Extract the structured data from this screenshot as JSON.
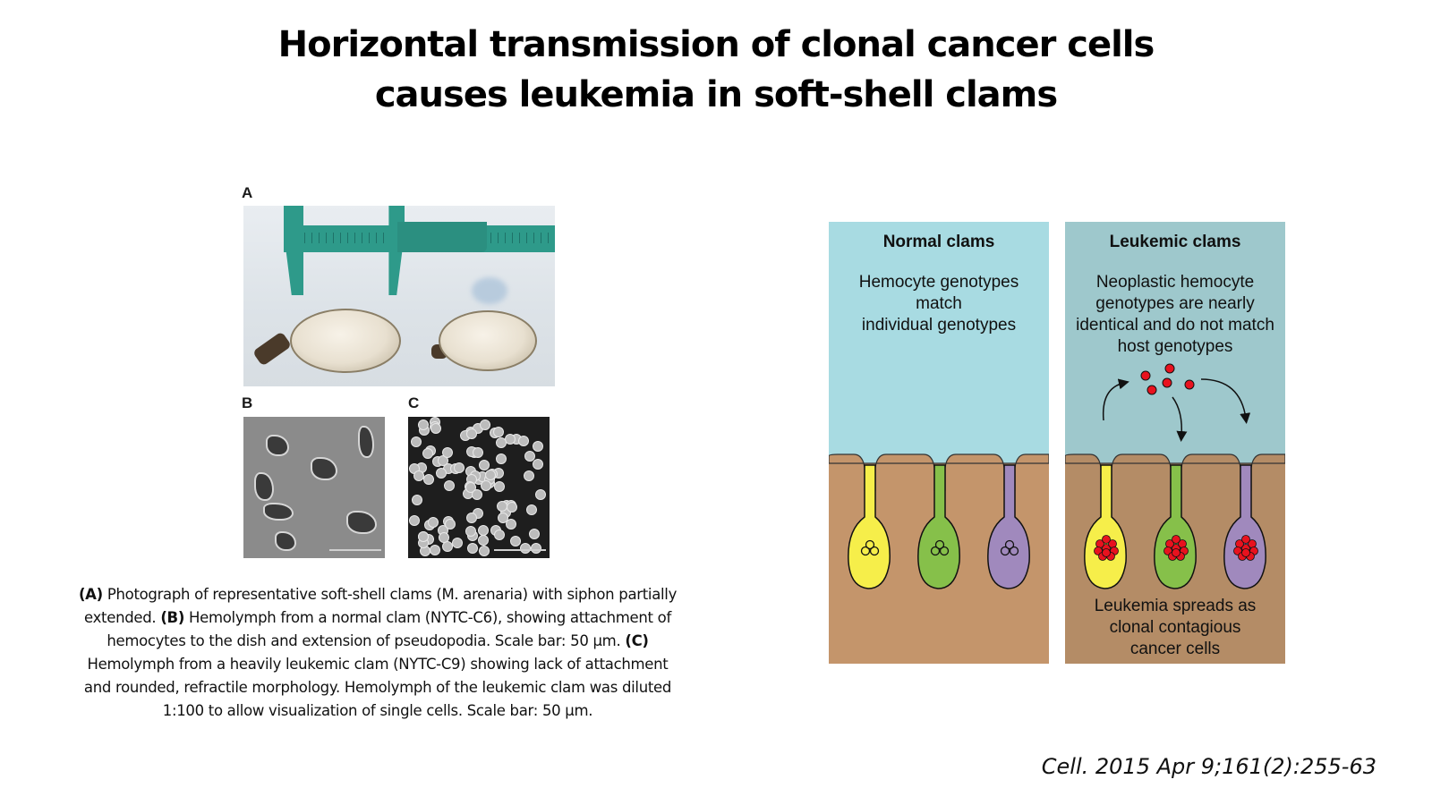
{
  "title": {
    "line1": "Horizontal transmission of clonal cancer cells",
    "line2": "causes leukemia in soft-shell clams"
  },
  "figure_left": {
    "panel_labels": [
      "A",
      "B",
      "C"
    ],
    "caption": {
      "a_label": "(A)",
      "a_text": " Photograph of representative soft-shell clams (M. arenaria) with siphon partially extended. ",
      "b_label": "(B)",
      "b_text": " Hemolymph from a normal clam (NYTC-C6), showing attachment of hemocytes to the dish and extension of pseudopodia. Scale bar: 50 µm. ",
      "c_label": "(C)",
      "c_text": " Hemolymph from a heavily leukemic clam (NYTC-C9) showing lack of attachment and rounded, refractile morphology. Hemolymph of the leukemic clam was diluted 1:100 to allow visualization of single cells. Scale bar: 50 µm."
    }
  },
  "diagram": {
    "normal": {
      "heading": "Normal clams",
      "text_lines": [
        "Hemocyte genotypes",
        "match",
        "individual genotypes"
      ],
      "clam_colors": [
        "#f6ee4a",
        "#86c04a",
        "#a089bd"
      ]
    },
    "leukemic": {
      "heading": "Leukemic clams",
      "text_lines": [
        "Neoplastic hemocyte",
        "genotypes are nearly",
        "identical and do not match",
        "host genotypes"
      ],
      "bottom_lines": [
        "Leukemia spreads as",
        "clonal contagious",
        "cancer cells"
      ],
      "cancer_cell_color": "#e8121e"
    }
  },
  "citation": "Cell. 2015 Apr 9;161(2):255-63"
}
